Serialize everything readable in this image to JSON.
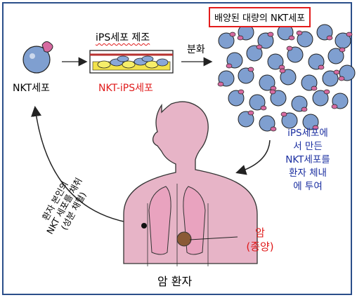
{
  "title_box": "배양된 대량의 NKT세포",
  "ips_production": "iPS세포 제조",
  "differentiation": "분화",
  "nkt_cell": "NKT세포",
  "nkt_ips_cell": "NKT-iPS세포",
  "administer": [
    "iPS세포에",
    "서 만든",
    "NKT세포를",
    "환자 체내",
    "에 투여"
  ],
  "collect": [
    "환자 본인의",
    "NKT 세포를 채취",
    "(성분 채혈)"
  ],
  "cancer": "암",
  "tumor": "(종양)",
  "patient": "암 환자",
  "colors": {
    "frame": "#2b4f8a",
    "box_border": "#e31c1c",
    "red_text": "#e01b1b",
    "blue_text": "#1a2ea0",
    "cell": "#7f9fd0",
    "receptor": "#d66aa0",
    "body": "#e7b4c7",
    "tumor": "#8a5a36"
  }
}
